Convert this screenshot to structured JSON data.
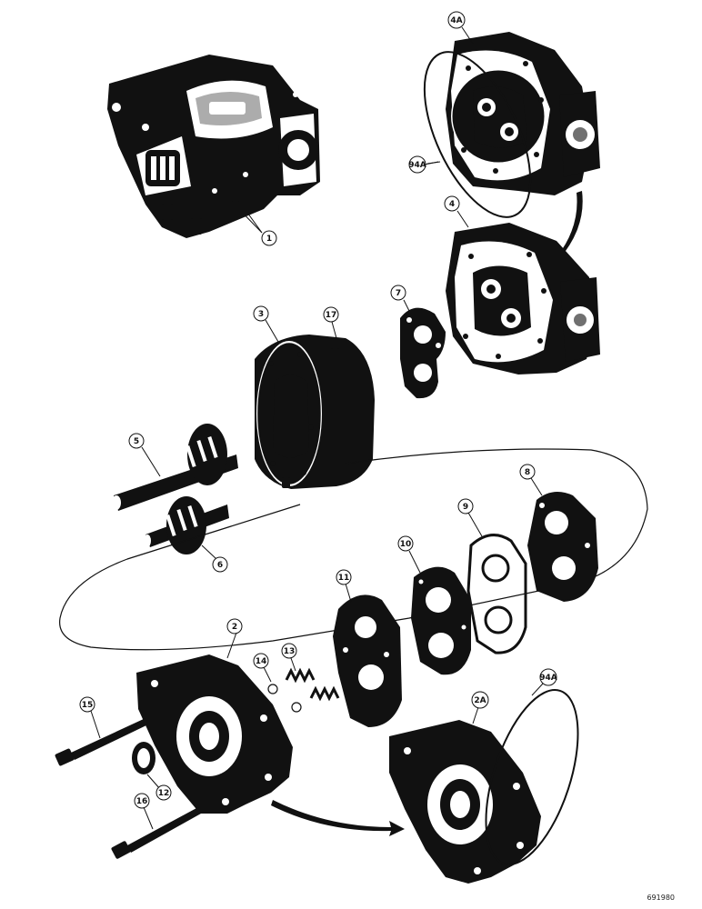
{
  "callouts": {
    "c1": "1",
    "c4a": "4A",
    "c94a_top": "94A",
    "c4": "4",
    "c7": "7",
    "c3": "3",
    "c17": "17",
    "c5": "5",
    "c6": "6",
    "c8": "8",
    "c9": "9",
    "c10": "10",
    "c11": "11",
    "c2": "2",
    "c14": "14",
    "c13": "13",
    "c15": "15",
    "c12": "12",
    "c16": "16",
    "c2a": "2A",
    "c94a_bot": "94A"
  },
  "figure_id": "691980"
}
